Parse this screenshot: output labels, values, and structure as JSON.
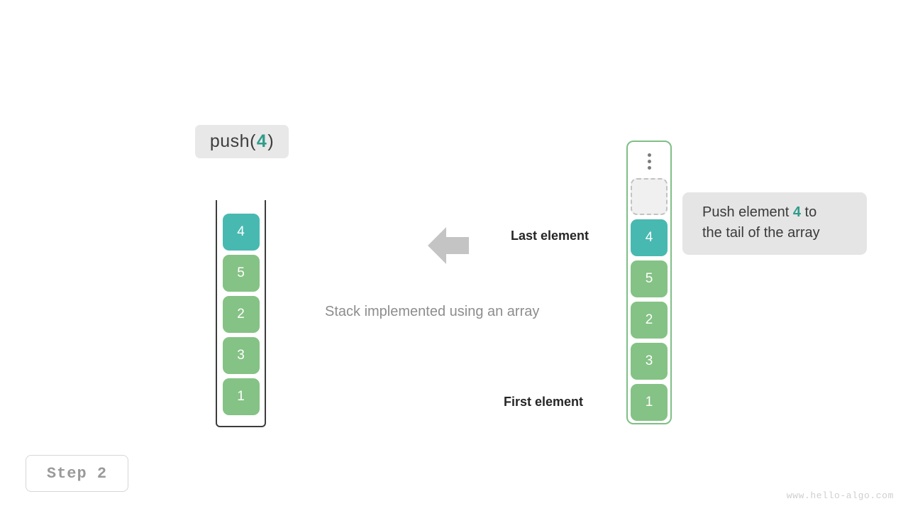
{
  "operation": {
    "prefix": "push(",
    "value": "4",
    "suffix": ")"
  },
  "stack_left": {
    "name": "stack-open-box",
    "cells": [
      {
        "value": "4",
        "style": "teal"
      },
      {
        "value": "5",
        "style": "green"
      },
      {
        "value": "2",
        "style": "green"
      },
      {
        "value": "3",
        "style": "green"
      },
      {
        "value": "1",
        "style": "green"
      }
    ]
  },
  "stack_right": {
    "name": "array-box",
    "overflow_icon": "vertical-ellipsis-icon",
    "cells": [
      {
        "value": "",
        "style": "empty"
      },
      {
        "value": "4",
        "style": "teal"
      },
      {
        "value": "5",
        "style": "green"
      },
      {
        "value": "2",
        "style": "green"
      },
      {
        "value": "3",
        "style": "green"
      },
      {
        "value": "1",
        "style": "green"
      }
    ]
  },
  "labels": {
    "last_element": "Last element",
    "first_element": "First element",
    "caption": "Stack implemented using an array",
    "arrow_icon": "arrow-left-icon"
  },
  "tooltip": {
    "line1_before": "Push element ",
    "highlight": "4",
    "line1_after": " to",
    "line2": "the tail of the array"
  },
  "step": {
    "label": "Step 2"
  },
  "watermark": {
    "text": "www.hello-algo.com"
  },
  "colors": {
    "teal": "#48b9b1",
    "green": "#85c285",
    "accent": "#2f9c8a",
    "empty_fill": "#f0f0f0",
    "tooltip_bg": "#e5e5e5",
    "badge_bg": "#e8e8e8",
    "arrow": "#c4c4c4",
    "box_stroke_left": "#3c3c3c",
    "box_stroke_right": "#7fbf85"
  }
}
